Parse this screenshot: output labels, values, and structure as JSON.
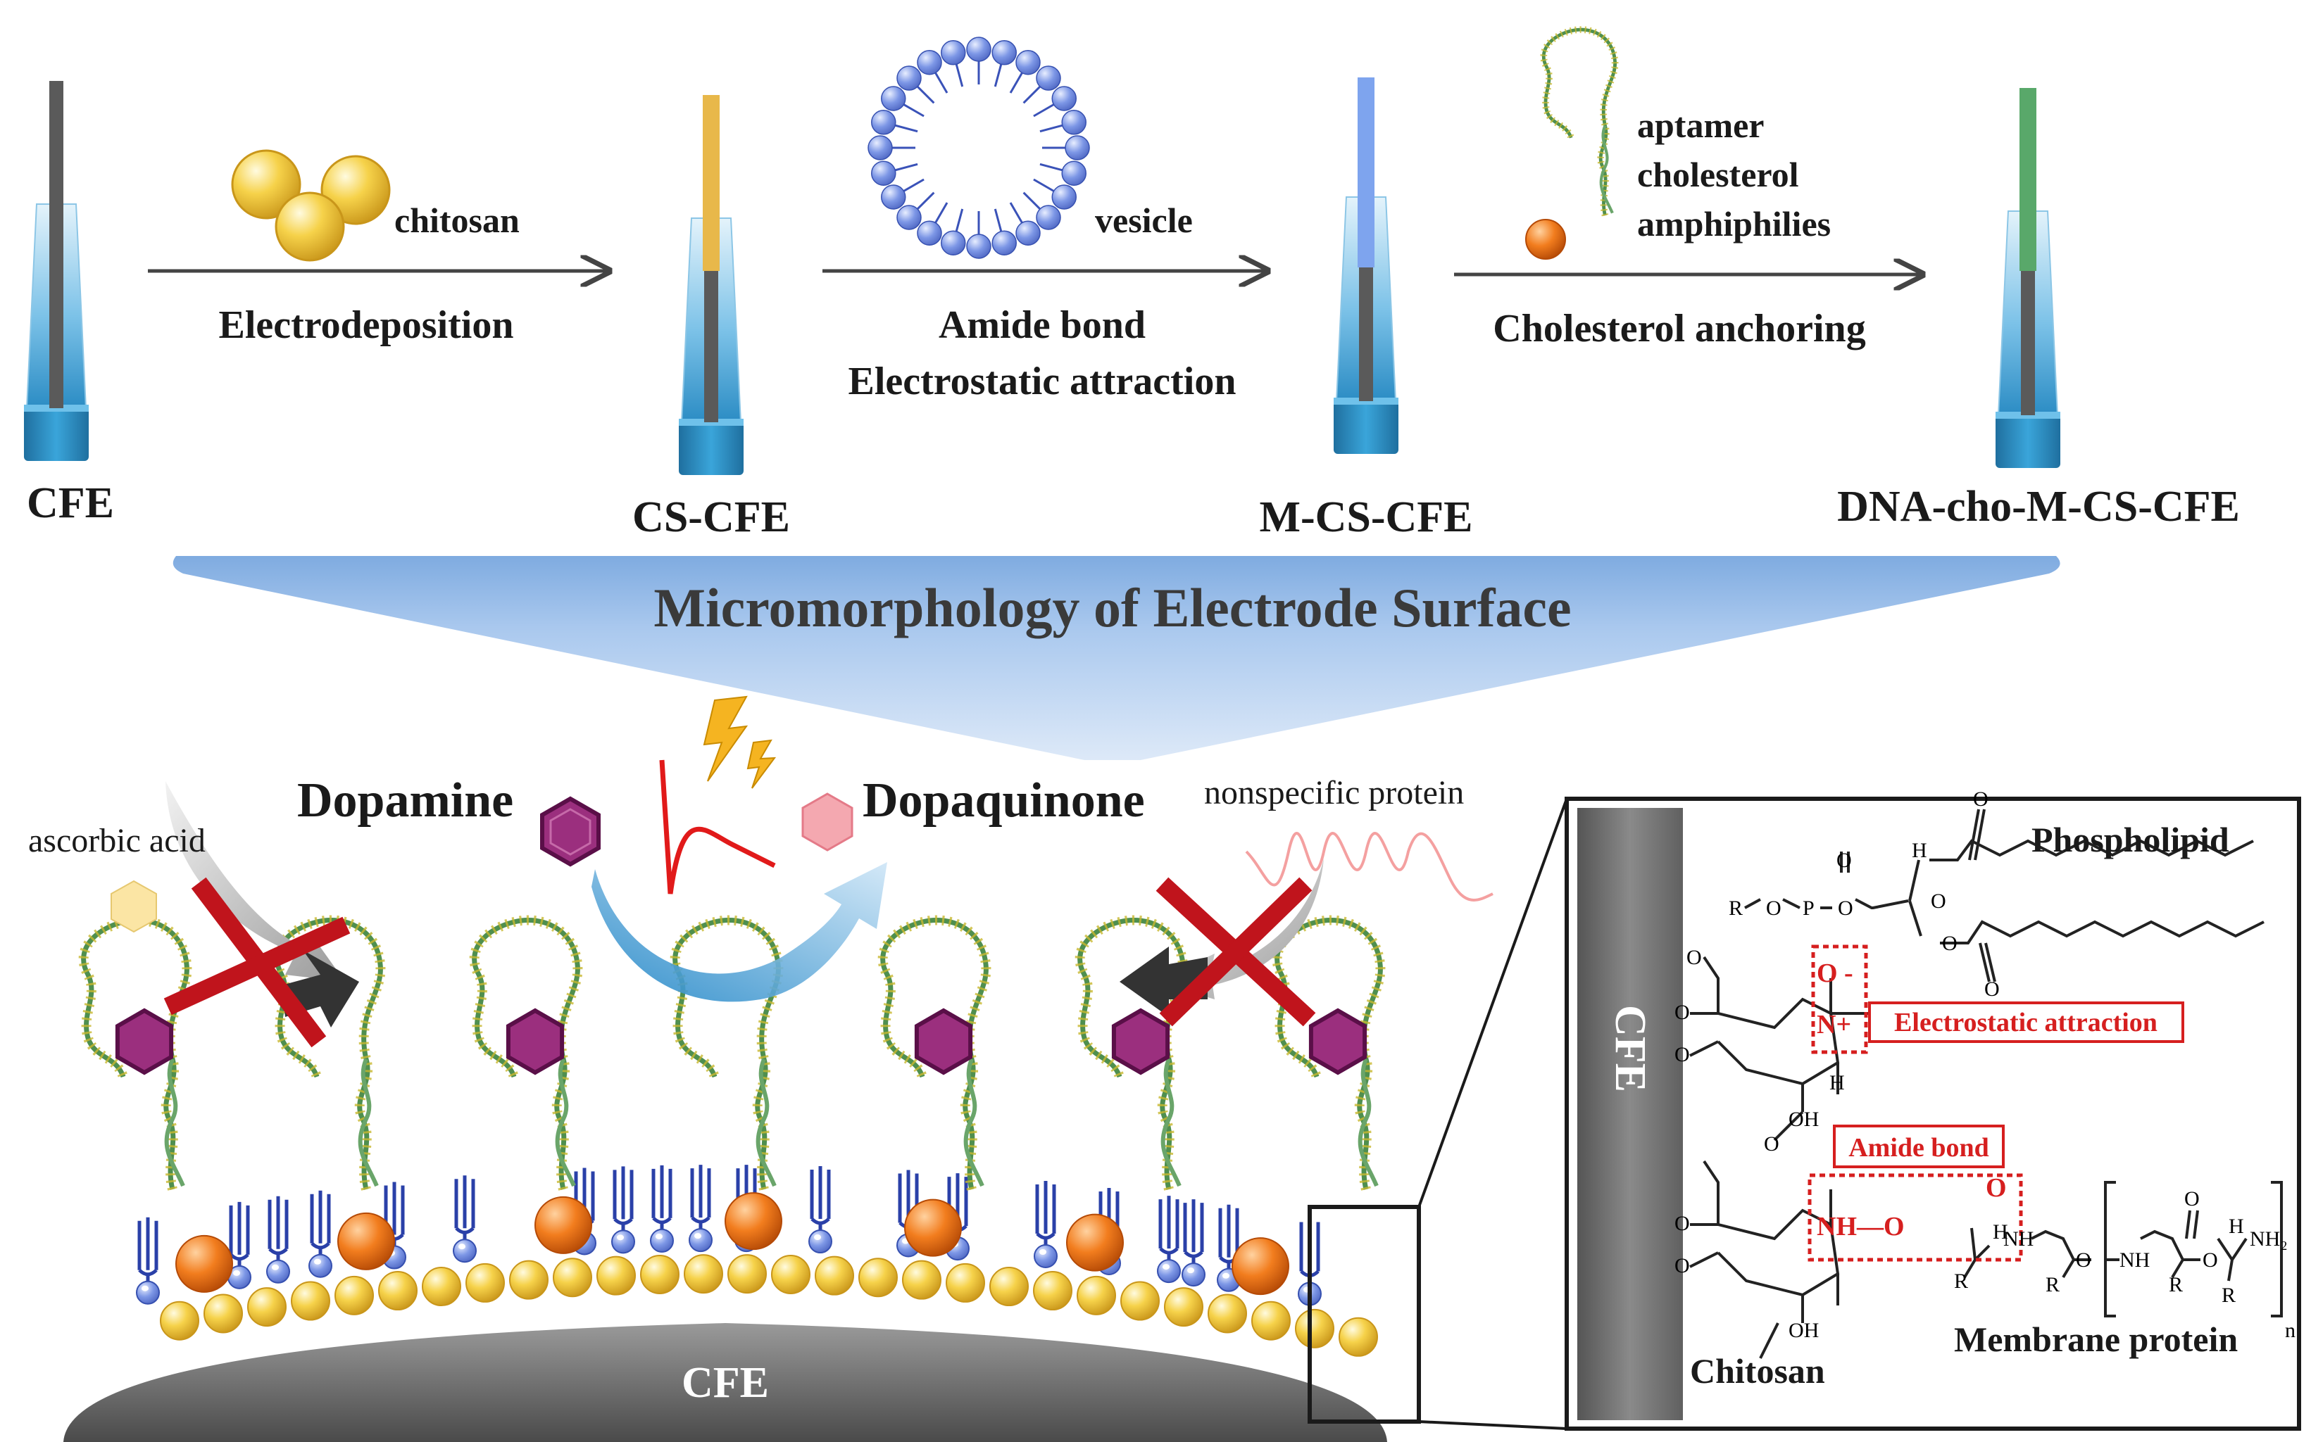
{
  "top": {
    "electrodes": [
      "CFE",
      "CS-CFE",
      "M-CS-CFE",
      "DNA-cho-M-CS-CFE"
    ],
    "step1": {
      "material": "chitosan",
      "process": "Electrodeposition"
    },
    "step2": {
      "material": "vesicle",
      "process_line1": "Amide bond",
      "process_line2": "Electrostatic attraction"
    },
    "step3": {
      "material_line1": "aptamer",
      "material_line2": "cholesterol",
      "material_line3": "amphiphilies",
      "process": "Cholesterol anchoring"
    }
  },
  "banner": {
    "text": "Micromorphology of Electrode Surface"
  },
  "bottom": {
    "dopamine": "Dopamine",
    "dopaquinone": "Dopaquinone",
    "ascorbic_acid": "ascorbic acid",
    "nonspecific_protein": "nonspecific protein",
    "substrate": "CFE"
  },
  "inset": {
    "electrode_label": "CFE",
    "phospholipid": "Phospholipid",
    "electrostatic": "Electrostatic attraction",
    "amide": "Amide bond",
    "chitosan": "Chitosan",
    "membrane_protein": "Membrane protein",
    "chem": {
      "r": "R",
      "o": "O",
      "p": "P",
      "h": "H",
      "o_minus": "O -",
      "n_plus": "N+",
      "oh": "OH",
      "nh_o": "NH—O",
      "nh": "NH",
      "nh2": "NH₂",
      "n_sub": "n"
    }
  },
  "colors": {
    "electrode_blue": "#3a9ad0",
    "chitosan_gold": "#f2c83c",
    "vesicle_blue": "#7090e0",
    "aptamer_green": "#5a9a5a",
    "cholesterol_orange": "#f07818",
    "dopamine_purple": "#9b2f7e",
    "dopaquinone_pink": "#f0a0a8",
    "cross_red": "#c0141c",
    "banner_blue": "#8fb7e6",
    "label_red": "#d61f1f"
  }
}
